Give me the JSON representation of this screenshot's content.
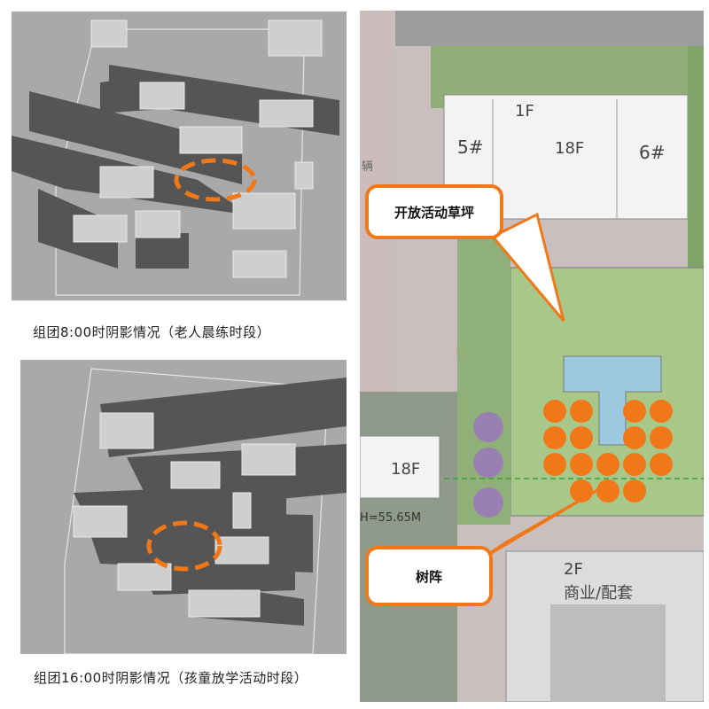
{
  "captions": {
    "top": "组团8:00时阴影情况（老人晨练时段）",
    "bottom": "组团16:00时阴影情况（孩童放学活动时段）"
  },
  "siteplan": {
    "buildings": {
      "b5": "5#",
      "b6": "6#",
      "floors_18f_top": "18F",
      "floors_1f": "1F",
      "floors_18f_left": "18F",
      "height": "H=55.65M",
      "commercial_floors": "2F",
      "commercial_use": "商业/配套",
      "road_char": "辆"
    },
    "callouts": {
      "lawn": "开放活动草坪",
      "trees": "树阵"
    }
  },
  "colors": {
    "highlight": "#f07818",
    "shadow": "#555555",
    "ground": "#a9a9a9",
    "lawn": "#a8c88a",
    "pool": "#9cc8e0"
  }
}
